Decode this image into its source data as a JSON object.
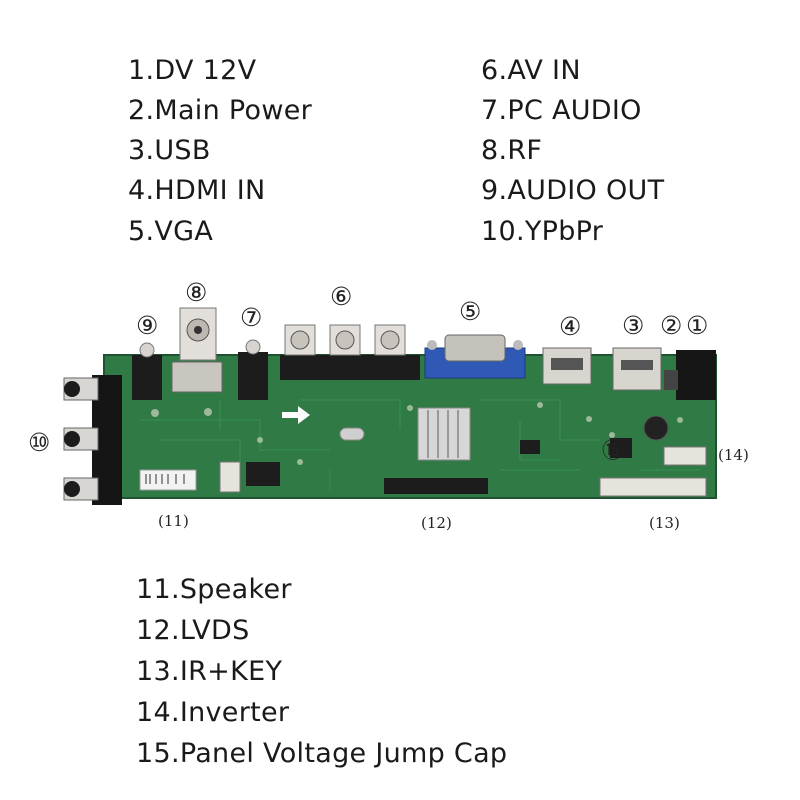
{
  "legend_top_left": [
    "1.DV 12V",
    "2.Main Power",
    "3.USB",
    "4.HDMI IN",
    "5.VGA"
  ],
  "legend_top_right": [
    "6.AV IN",
    "7.PC AUDIO",
    "8.RF",
    "9.AUDIO OUT",
    "10.YPbPr"
  ],
  "legend_bottom": [
    "11.Speaker",
    "12.LVDS",
    "13.IR+KEY",
    "14.Inverter",
    "15.Panel Voltage Jump Cap"
  ],
  "markers": {
    "m1": "①",
    "m2": "②",
    "m3": "③",
    "m4": "④",
    "m5": "⑤",
    "m6": "⑥",
    "m7": "⑦",
    "m8": "⑧",
    "m9": "⑨",
    "m10": "⑩",
    "m11": "(11)",
    "m12": "(12)",
    "m13": "(13)",
    "m14": "(14)",
    "m15": "⑮"
  },
  "colors": {
    "pcb": "#2f7a45",
    "vga": "#2f59b5",
    "connector": "#e6e3dc",
    "header": "#1c1c1c"
  }
}
